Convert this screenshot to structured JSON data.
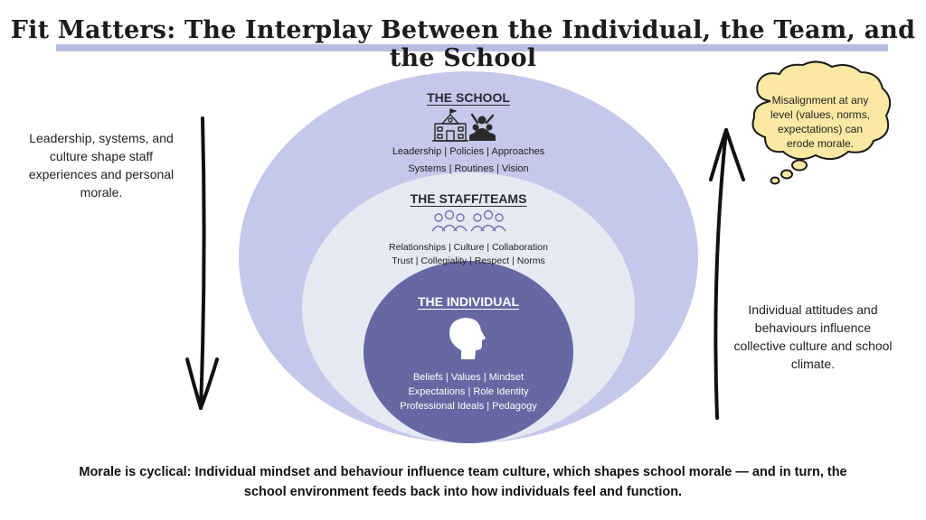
{
  "title": "Fit Matters: The Interplay Between the Individual, the Team, and the School",
  "left_note": "Leadership, systems, and culture shape staff experiences and personal morale.",
  "right_note": "Individual attitudes and behaviours influence collective culture and school climate.",
  "thought_bubble": "Misalignment at any level (values, norms, expectations) can erode morale.",
  "school": {
    "title": "THE SCHOOL",
    "line1": "Leadership  |  Policies  |  Approaches",
    "line2": "Systems |  Routines  |  Vision",
    "icons": [
      "school-building-icon",
      "people-group-icon"
    ]
  },
  "staff": {
    "title": "THE STAFF/TEAMS",
    "line1": "Relationships   |   Culture   |   Collaboration",
    "line2": "Trust   |  Collegiality  |  Respect  |   Norms",
    "icons": [
      "team-group-icon",
      "team-group-icon"
    ]
  },
  "individual": {
    "title": "THE INDIVIDUAL",
    "line1": "Beliefs  |  Values  |  Mindset",
    "line2": "Expectations  |   Role Identity",
    "line3": "Professional Ideals | Pedagogy",
    "icons": [
      "head-profile-icon"
    ]
  },
  "bottom_note": "Morale is cyclical: Individual mindset and behaviour influence team culture, which shapes school morale — and in turn, the school environment feeds back into how individuals feel and function.",
  "colors": {
    "outer_ellipse": "#c5c8ea",
    "middle_ellipse": "#e6e9f2",
    "inner_ellipse": "#6568a3",
    "title_underline": "#b9bde4",
    "thought_bubble_fill": "#fbe9a3",
    "arrow": "#111111"
  }
}
